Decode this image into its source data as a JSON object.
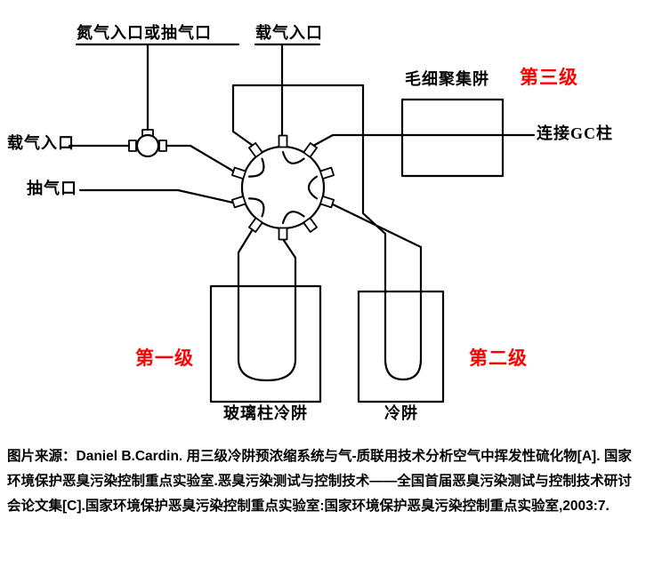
{
  "diagram": {
    "labels": {
      "nitrogen_inlet": "氮气入口或抽气口",
      "carrier_gas_top": "载气入口",
      "carrier_gas_left": "载气入口",
      "pump_port": "抽气口",
      "capillary_trap": "毛细聚集阱",
      "stage3": "第三级",
      "connect_gc": "连接GC柱",
      "stage1": "第一级",
      "stage2": "第二级",
      "glass_column_trap": "玻璃柱冷阱",
      "cold_trap": "冷阱"
    },
    "colors": {
      "stage_accent": "#ff0000",
      "line": "#000000"
    }
  },
  "caption": {
    "text": "图片来源：Daniel B.Cardin. 用三级冷阱预浓缩系统与气-质联用技术分析空气中挥发性硫化物[A]. 国家环境保护恶臭污染控制重点实验室.恶臭污染测试与控制技术——全国首届恶臭污染测试与控制技术研讨会论文集[C].国家环境保护恶臭污染控制重点实验室:国家环境保护恶臭污染控制重点实验室,2003:7."
  }
}
